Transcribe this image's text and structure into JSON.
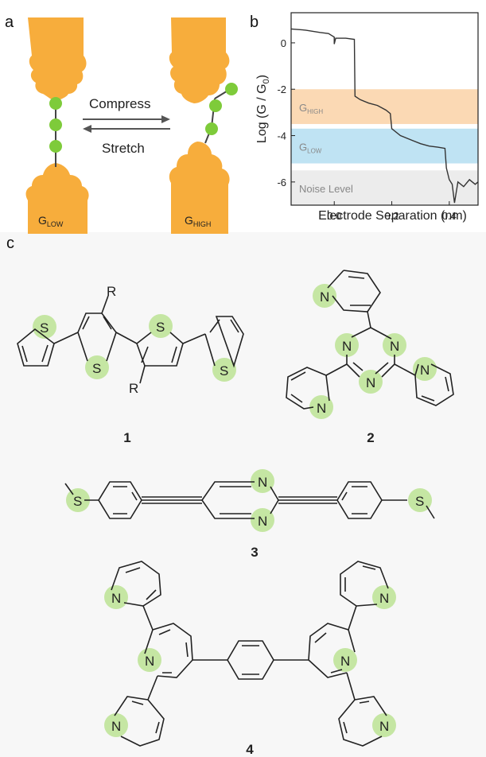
{
  "panel_a": {
    "label": "a",
    "compress": "Compress",
    "stretch": "Stretch",
    "g_low": {
      "main": "G",
      "sub": "LOW"
    },
    "g_high": {
      "main": "G",
      "sub": "HIGH"
    }
  },
  "panel_b": {
    "label": "b",
    "chart_data": {
      "type": "line",
      "xlabel": "Electrode Separation (nm)",
      "ylabel_main": "Log (G / G",
      "ylabel_sub": "0",
      "ylabel_end": ")",
      "xlim": [
        -0.15,
        0.5
      ],
      "ylim": [
        -7,
        1.3
      ],
      "x_ticks": [
        "0.0",
        "0.2",
        "0.4"
      ],
      "y_ticks": [
        "0",
        "-2",
        "-4",
        "-6"
      ],
      "bands": [
        {
          "main": "G",
          "sub": "HIGH",
          "from": -3.5,
          "to": -2.0,
          "color": "#fbd9b4"
        },
        {
          "main": "G",
          "sub": "LOW",
          "from": -5.2,
          "to": -3.7,
          "color": "#bfe3f3"
        },
        {
          "main": "Noise Level",
          "sub": "",
          "from": -7.0,
          "to": -5.5,
          "color": "#ececec"
        }
      ],
      "trace": [
        [
          -0.15,
          0.6
        ],
        [
          -0.1,
          0.55
        ],
        [
          -0.05,
          0.45
        ],
        [
          -0.02,
          0.4
        ],
        [
          0.0,
          0.25
        ],
        [
          0.0,
          -0.05
        ],
        [
          0.005,
          0.2
        ],
        [
          0.04,
          0.2
        ],
        [
          0.07,
          0.15
        ],
        [
          0.072,
          -2.3
        ],
        [
          0.09,
          -2.45
        ],
        [
          0.12,
          -2.6
        ],
        [
          0.15,
          -2.7
        ],
        [
          0.18,
          -2.9
        ],
        [
          0.195,
          -3.05
        ],
        [
          0.2,
          -3.7
        ],
        [
          0.23,
          -4.0
        ],
        [
          0.27,
          -4.2
        ],
        [
          0.3,
          -4.35
        ],
        [
          0.33,
          -4.45
        ],
        [
          0.36,
          -4.5
        ],
        [
          0.385,
          -4.55
        ],
        [
          0.39,
          -5.4
        ],
        [
          0.4,
          -5.9
        ],
        [
          0.41,
          -6.1
        ],
        [
          0.418,
          -6.9
        ],
        [
          0.43,
          -6.0
        ],
        [
          0.45,
          -6.2
        ],
        [
          0.47,
          -5.9
        ],
        [
          0.49,
          -6.1
        ],
        [
          0.5,
          -6.0
        ]
      ]
    }
  },
  "panel_c": {
    "label": "c",
    "atoms": {
      "S": "S",
      "N": "N",
      "R": "R"
    },
    "compounds": [
      "1",
      "2",
      "3",
      "4"
    ]
  },
  "colors": {
    "gold": "#f7ad3c",
    "green_atom": "#7ecb3a",
    "highlight": "#c5e6a3",
    "trace": "#333333"
  }
}
